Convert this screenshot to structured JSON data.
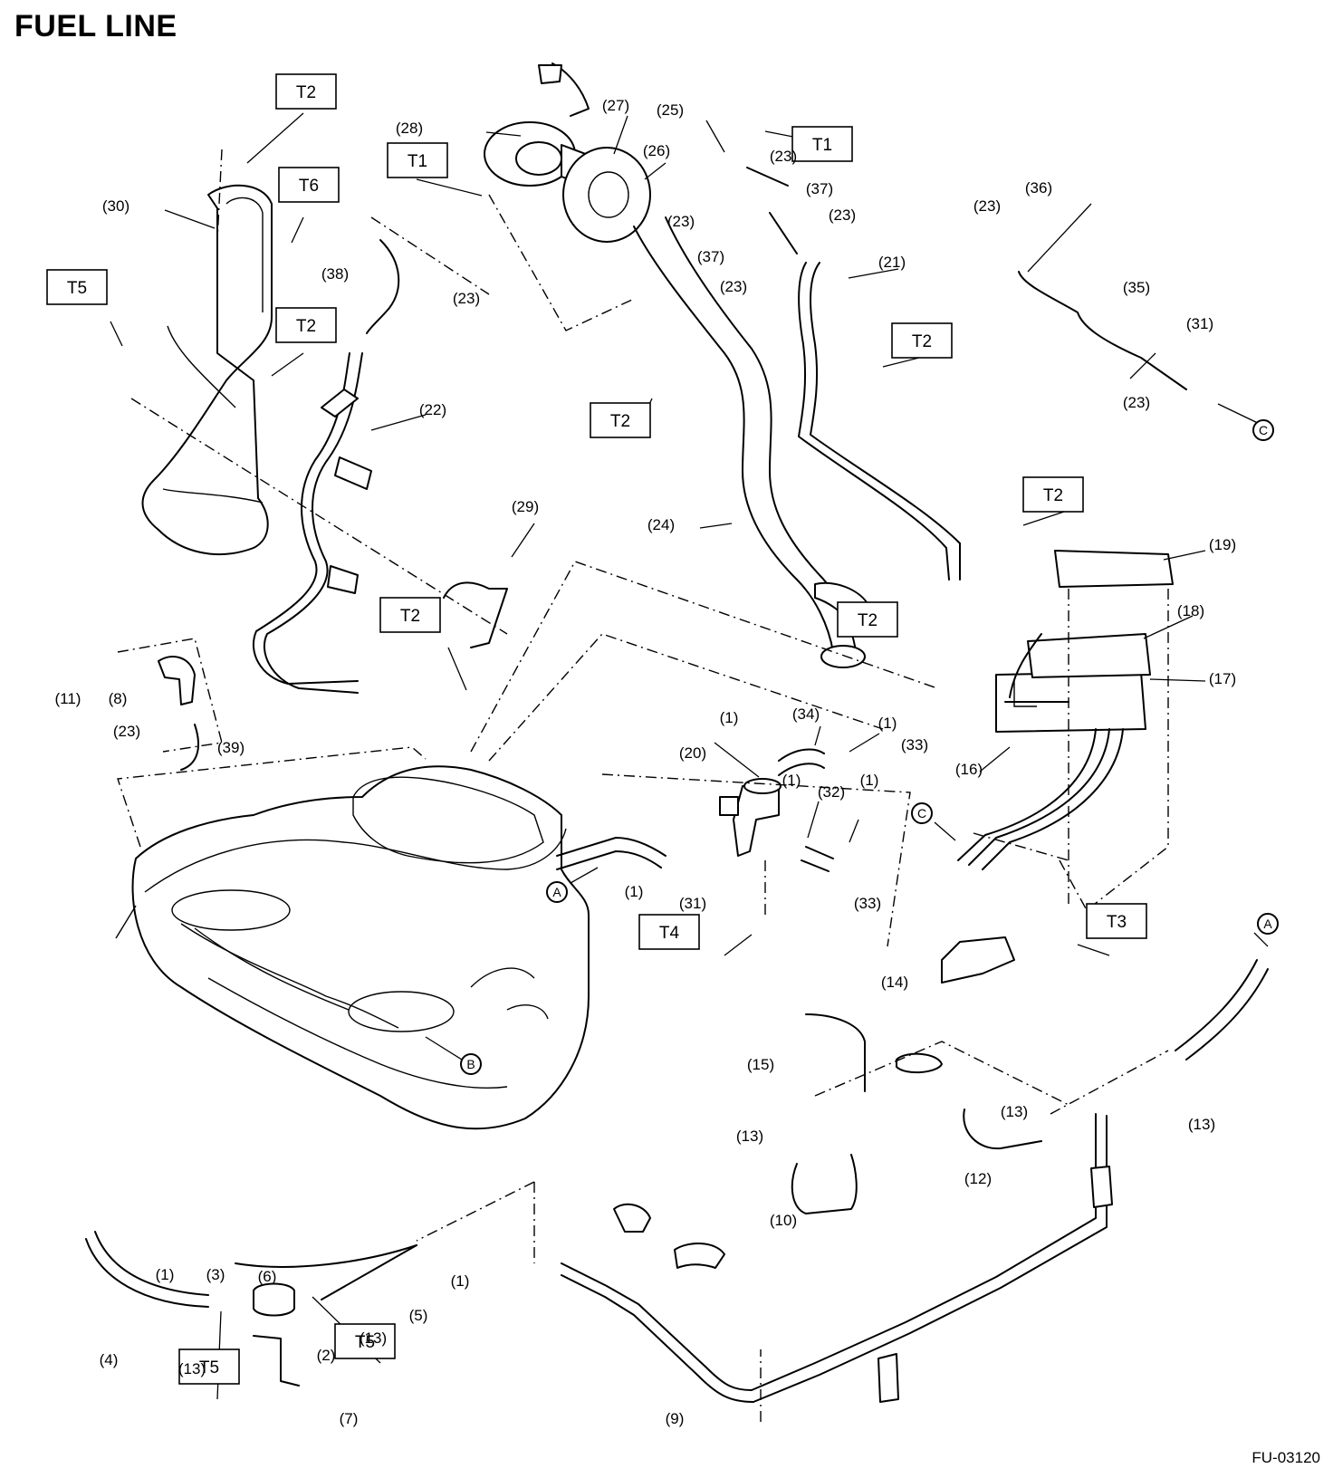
{
  "title": "FUEL LINE",
  "figure_id": "FU-03120",
  "colors": {
    "line": "#000000",
    "background": "#ffffff"
  },
  "torque_labels": [
    "T1",
    "T2",
    "T3",
    "T4",
    "T5",
    "T6"
  ],
  "connection_refs": [
    "A",
    "B",
    "C"
  ],
  "part_labels": [
    "(1)",
    "(2)",
    "(3)",
    "(4)",
    "(5)",
    "(6)",
    "(7)",
    "(8)",
    "(9)",
    "(10)",
    "(11)",
    "(12)",
    "(13)",
    "(14)",
    "(15)",
    "(16)",
    "(17)",
    "(18)",
    "(19)",
    "(20)",
    "(21)",
    "(22)",
    "(23)",
    "(24)",
    "(25)",
    "(26)",
    "(27)",
    "(28)",
    "(29)",
    "(30)",
    "(31)",
    "(32)",
    "(33)",
    "(34)",
    "(35)",
    "(36)",
    "(37)",
    "(38)",
    "(39)"
  ]
}
